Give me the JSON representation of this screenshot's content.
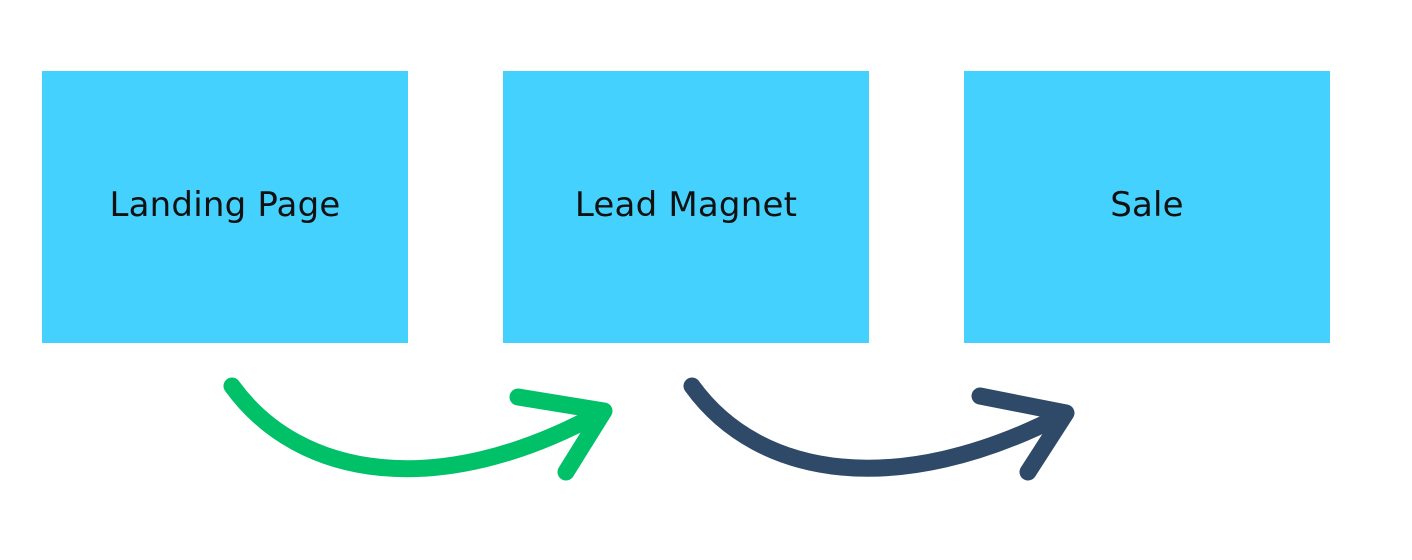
{
  "diagram": {
    "stages": [
      {
        "label": "Landing Page"
      },
      {
        "label": "Lead Magnet"
      },
      {
        "label": "Sale"
      }
    ],
    "arrows": [
      {
        "from": "Landing Page",
        "to": "Lead Magnet"
      },
      {
        "from": "Lead Magnet",
        "to": "Sale"
      }
    ]
  },
  "colors": {
    "box_fill": "#45D1FD",
    "arrow_1": "#00C168",
    "arrow_2": "#2F4A69",
    "text": "#111111",
    "background": "#FFFFFF"
  }
}
